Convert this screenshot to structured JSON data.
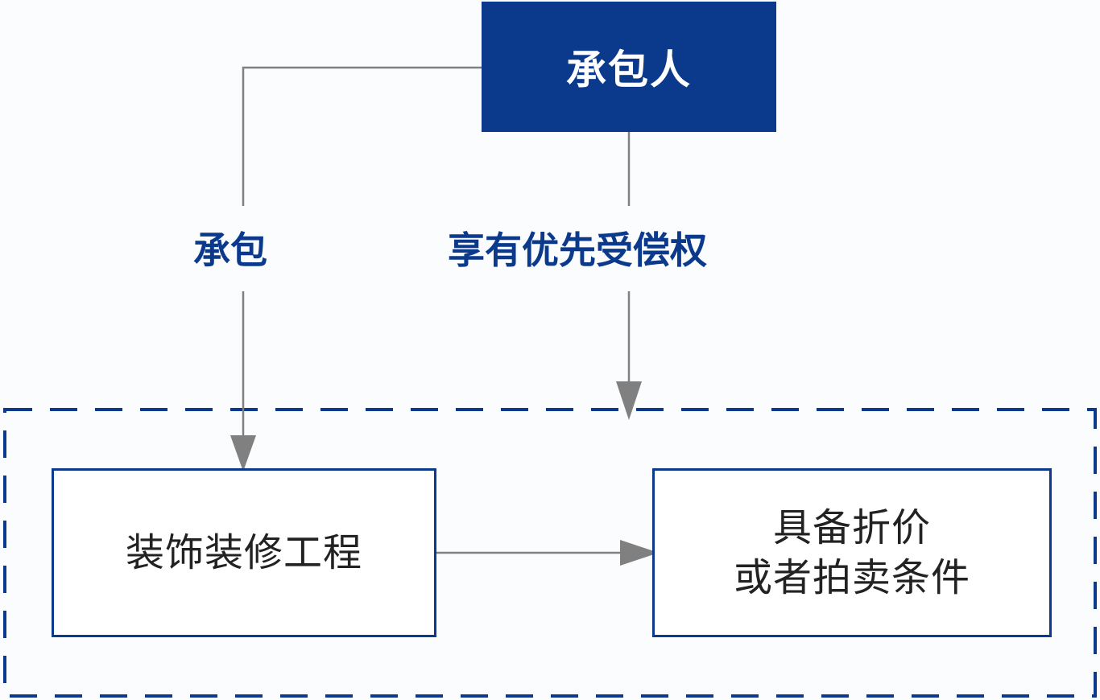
{
  "diagram": {
    "top_node": {
      "label": "承包人"
    },
    "edges": {
      "contract_label": "承包",
      "priority_label": "享有优先受偿权"
    },
    "nodes": {
      "project": {
        "label": "装饰装修工程"
      },
      "condition": {
        "line1": "具备折价",
        "line2": "或者拍卖条件"
      }
    },
    "colors": {
      "primary": "#0b3a8c",
      "connector": "#808080",
      "text": "#222222"
    }
  }
}
